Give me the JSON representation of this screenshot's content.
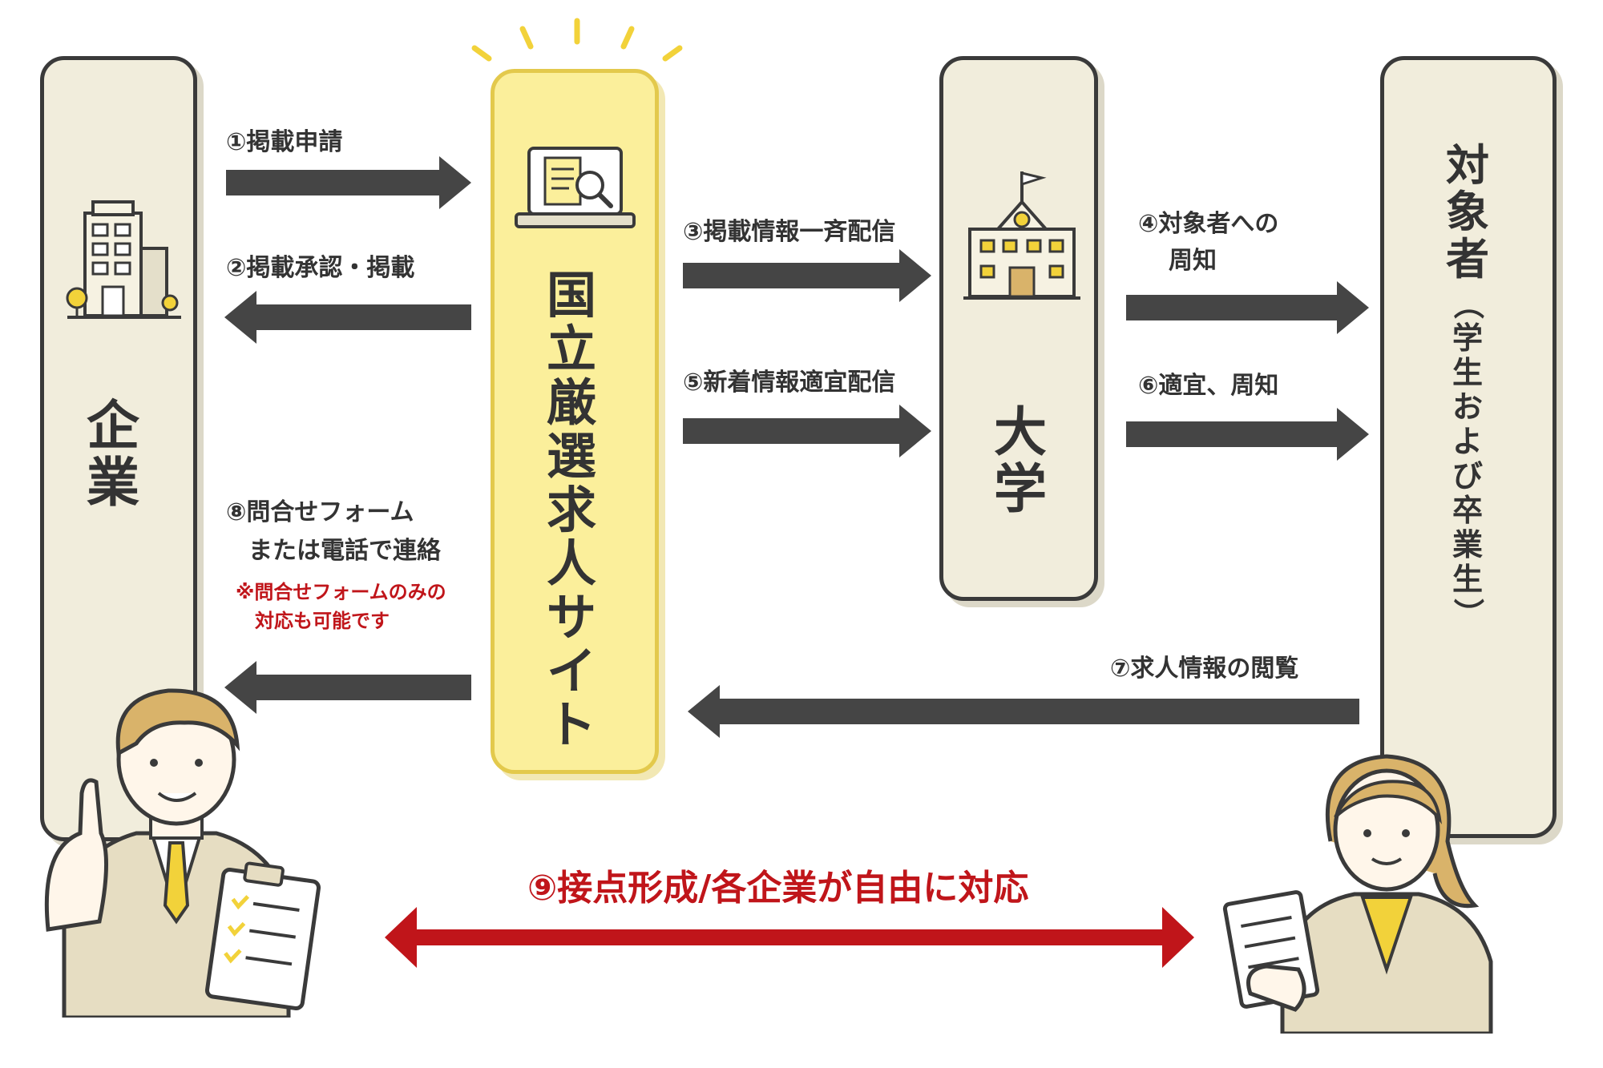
{
  "nodes": {
    "company": {
      "label": "企業"
    },
    "site": {
      "label": "国立厳選求人サイト"
    },
    "university": {
      "label": "大学"
    },
    "target": {
      "label": "対象者",
      "sub": "（学生および卒業生）"
    }
  },
  "steps": {
    "s1": "①掲載申請",
    "s2": "②掲載承認・掲載",
    "s3": "③掲載情報一斉配信",
    "s4a": "④対象者への",
    "s4b": "周知",
    "s5": "⑤新着情報適宜配信",
    "s6": "⑥適宜、周知",
    "s7": "⑦求人情報の閲覧",
    "s8a": "⑧問合せフォーム",
    "s8b": "または電話で連絡",
    "note_a": "※問合せフォームのみの",
    "note_b": "対応も可能です",
    "s9": "⑨接点形成/各企業が自由に対応"
  },
  "colors": {
    "box_fill": "#f1eddc",
    "site_fill": "#fbef9b",
    "site_border": "#e3c94c",
    "arrow": "#454545",
    "accent_red": "#c0151a",
    "accent_yellow": "#f2d23a"
  }
}
